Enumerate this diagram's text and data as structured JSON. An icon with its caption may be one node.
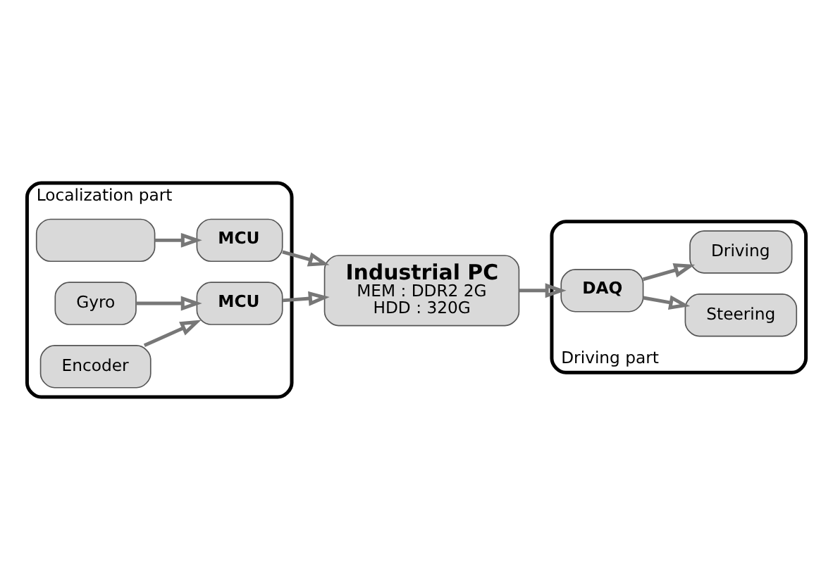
{
  "diagram": {
    "nodes": [
      {
        "text": [
          "Localization part"
        ]
      },
      {
        "text": [],
        "shape": "box",
        "in": 0
      },
      {
        "text": [
          "MCU"
        ],
        "in": 0
      },
      {
        "text": [
          "Gyro"
        ],
        "in": 0
      },
      {
        "text": [
          "Encoder"
        ],
        "in": 0
      },
      {
        "text": [
          "MCU"
        ],
        "in": 0
      },
      {
        "text": [
          "Industrial PC",
          "MEM : DDR2 2G",
          "HDD : 320G"
        ]
      },
      {
        "text": [
          "Driving part"
        ]
      },
      {
        "text": [
          "Steering"
        ],
        "in": 7
      },
      {
        "text": [
          "Driving"
        ],
        "in": 7
      },
      {
        "text": [
          "DAQ"
        ],
        "in": 7
      }
    ],
    "edges": [
      {
        "from": 1,
        "to": 2,
        "arrow": "to"
      },
      {
        "from": 3,
        "to": 5,
        "arrow": "to"
      },
      {
        "from": 4,
        "to": 5,
        "arrow": "to"
      },
      {
        "from": 2,
        "to": 6,
        "arrow": "to"
      },
      {
        "from": 5,
        "to": 6,
        "arrow": "to"
      },
      {
        "from": 6,
        "to": 10,
        "arrow": "to"
      },
      {
        "from": 10,
        "to": 8,
        "arrow": "to"
      },
      {
        "from": 10,
        "to": 9,
        "arrow": "to"
      }
    ]
  }
}
